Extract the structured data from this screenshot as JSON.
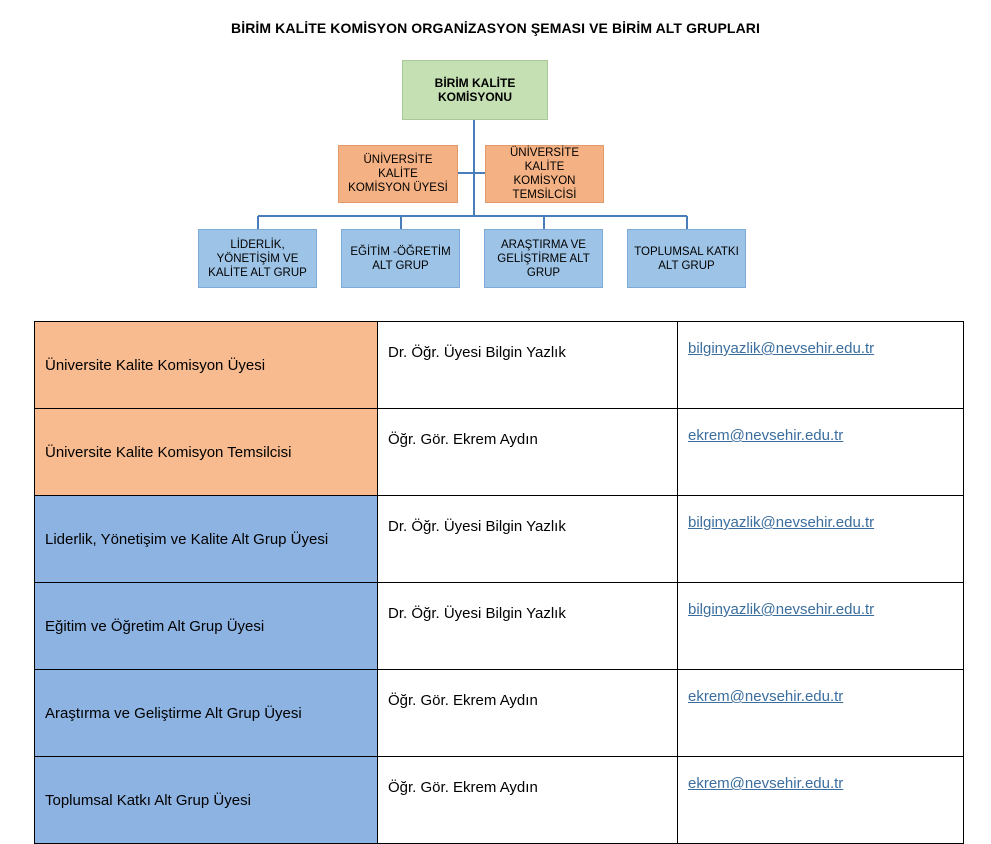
{
  "title": "BİRİM KALİTE KOMİSYON ORGANİZASYON ŞEMASI VE BİRİM ALT GRUPLARI",
  "chart": {
    "root": "BİRİM KALİTE\nKOMİSYONU",
    "assistants": [
      "ÜNİVERSİTE KALİTE\nKOMİSYON ÜYESİ",
      "ÜNİVERSİTE KALİTE\nKOMİSYON\nTEMSİLCİSİ"
    ],
    "groups": [
      "LİDERLİK,\nYÖNETİŞİM VE\nKALİTE ALT GRUP",
      "EĞİTİM -ÖĞRETİM\nALT GRUP",
      "ARAŞTIRMA VE\nGELİŞTİRME ALT\nGRUP",
      "TOPLUMSAL KATKI\nALT GRUP"
    ]
  },
  "members": [
    {
      "role": "Üniversite Kalite Komisyon Üyesi",
      "name": "Dr. Öğr. Üyesi Bilgin Yazlık",
      "email": "bilginyazlik@nevsehir.edu.tr",
      "color": "#f8bb8f"
    },
    {
      "role": "Üniversite Kalite Komisyon Temsilcisi",
      "name": "Öğr. Gör. Ekrem Aydın",
      "email": "ekrem@nevsehir.edu.tr",
      "color": "#f8bb8f"
    },
    {
      "role": "Liderlik, Yönetişim ve Kalite Alt Grup Üyesi",
      "name": "Dr. Öğr. Üyesi Bilgin Yazlık",
      "email": "bilginyazlik@nevsehir.edu.tr",
      "color": "#8db3e2"
    },
    {
      "role": "Eğitim ve Öğretim Alt Grup Üyesi",
      "name": "Dr. Öğr. Üyesi Bilgin Yazlık",
      "email": "bilginyazlik@nevsehir.edu.tr",
      "color": "#8db3e2"
    },
    {
      "role": "Araştırma ve Geliştirme Alt Grup Üyesi",
      "name": "Öğr. Gör. Ekrem Aydın",
      "email": "ekrem@nevsehir.edu.tr",
      "color": "#8db3e2"
    },
    {
      "role": "Toplumsal Katkı Alt Grup Üyesi",
      "name": "Öğr. Gör. Ekrem Aydın",
      "email": "ekrem@nevsehir.edu.tr",
      "color": "#8db3e2"
    }
  ]
}
